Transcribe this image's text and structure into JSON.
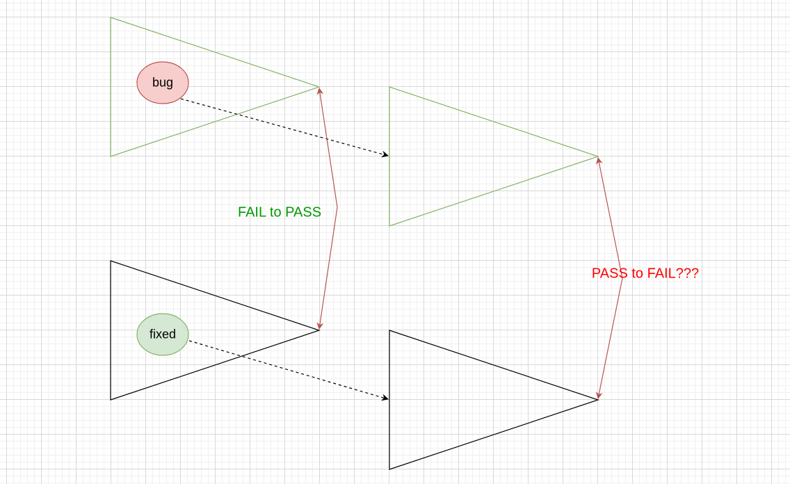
{
  "nodes": {
    "bug": "bug",
    "fixed": "fixed"
  },
  "labels": {
    "fail_to_pass": "FAIL to PASS",
    "pass_to_fail": "PASS to FAIL???"
  },
  "colors": {
    "green_stroke": "#82b366",
    "red_stroke": "#b85450",
    "bug_fill": "#f8cecc",
    "fixed_fill": "#d5e8d4",
    "green_text": "#009900",
    "red_text": "#ff0000"
  }
}
